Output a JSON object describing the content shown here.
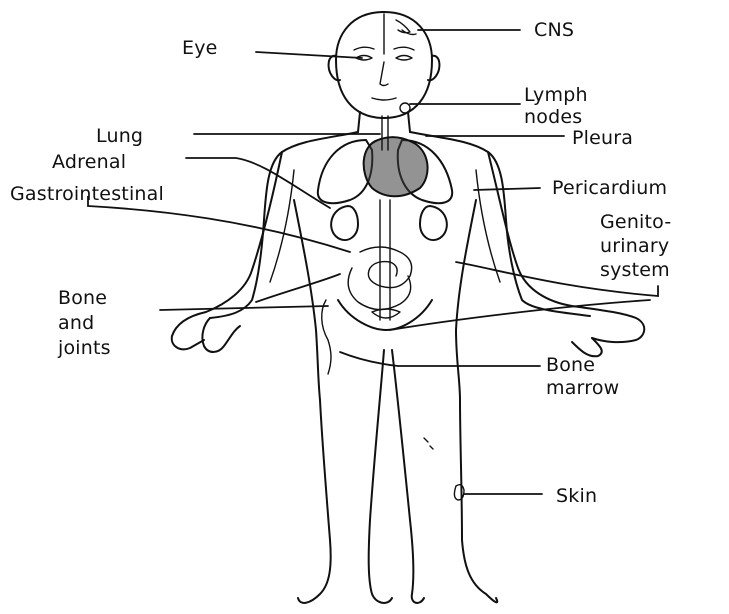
{
  "labels": {
    "cns": "CNS",
    "eye": "Eye",
    "lymph": "Lymph\nnodes",
    "lung": "Lung",
    "pleura": "Pleura",
    "adrenal": "Adrenal",
    "gastro": "Gastrointestinal",
    "pericardium": "Pericardium",
    "genito": "Genito-\nurinary\nsystem",
    "bone_joints": "Bone\nand\njoints",
    "bone_marrow": "Bone\nmarrow",
    "skin": "Skin"
  }
}
